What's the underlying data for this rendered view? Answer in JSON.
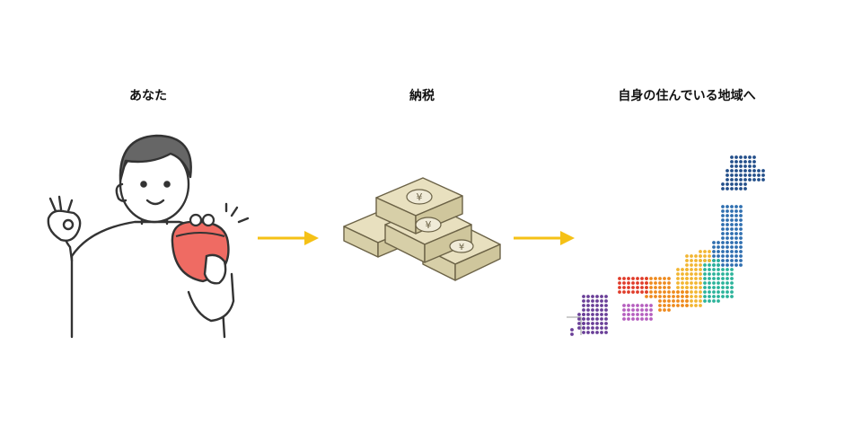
{
  "steps": [
    {
      "label": "あなた",
      "illustration": "person-with-coin-purse-icon"
    },
    {
      "label": "納税",
      "illustration": "stacked-yen-banknotes-icon"
    },
    {
      "label": "自身の住んでいる地域へ",
      "illustration": "japan-dot-map-icon"
    }
  ],
  "connector": {
    "icon": "arrow-right-icon",
    "color": "#f5c116"
  },
  "banknote_symbol": "¥",
  "colors": {
    "purse": "#ef6b63",
    "banknote": "#e8e0bf",
    "band": "#f0ebd8",
    "outline": "#333333",
    "region_hokkaido": "#234f8a",
    "region_tohoku": "#2f6fb0",
    "region_kanto": "#2bb39a",
    "region_chubu": "#f2b632",
    "region_kinki": "#ee8a1e",
    "region_chugoku": "#e03c2a",
    "region_shikoku": "#b65fbf",
    "region_kyushu": "#6a3f98"
  }
}
